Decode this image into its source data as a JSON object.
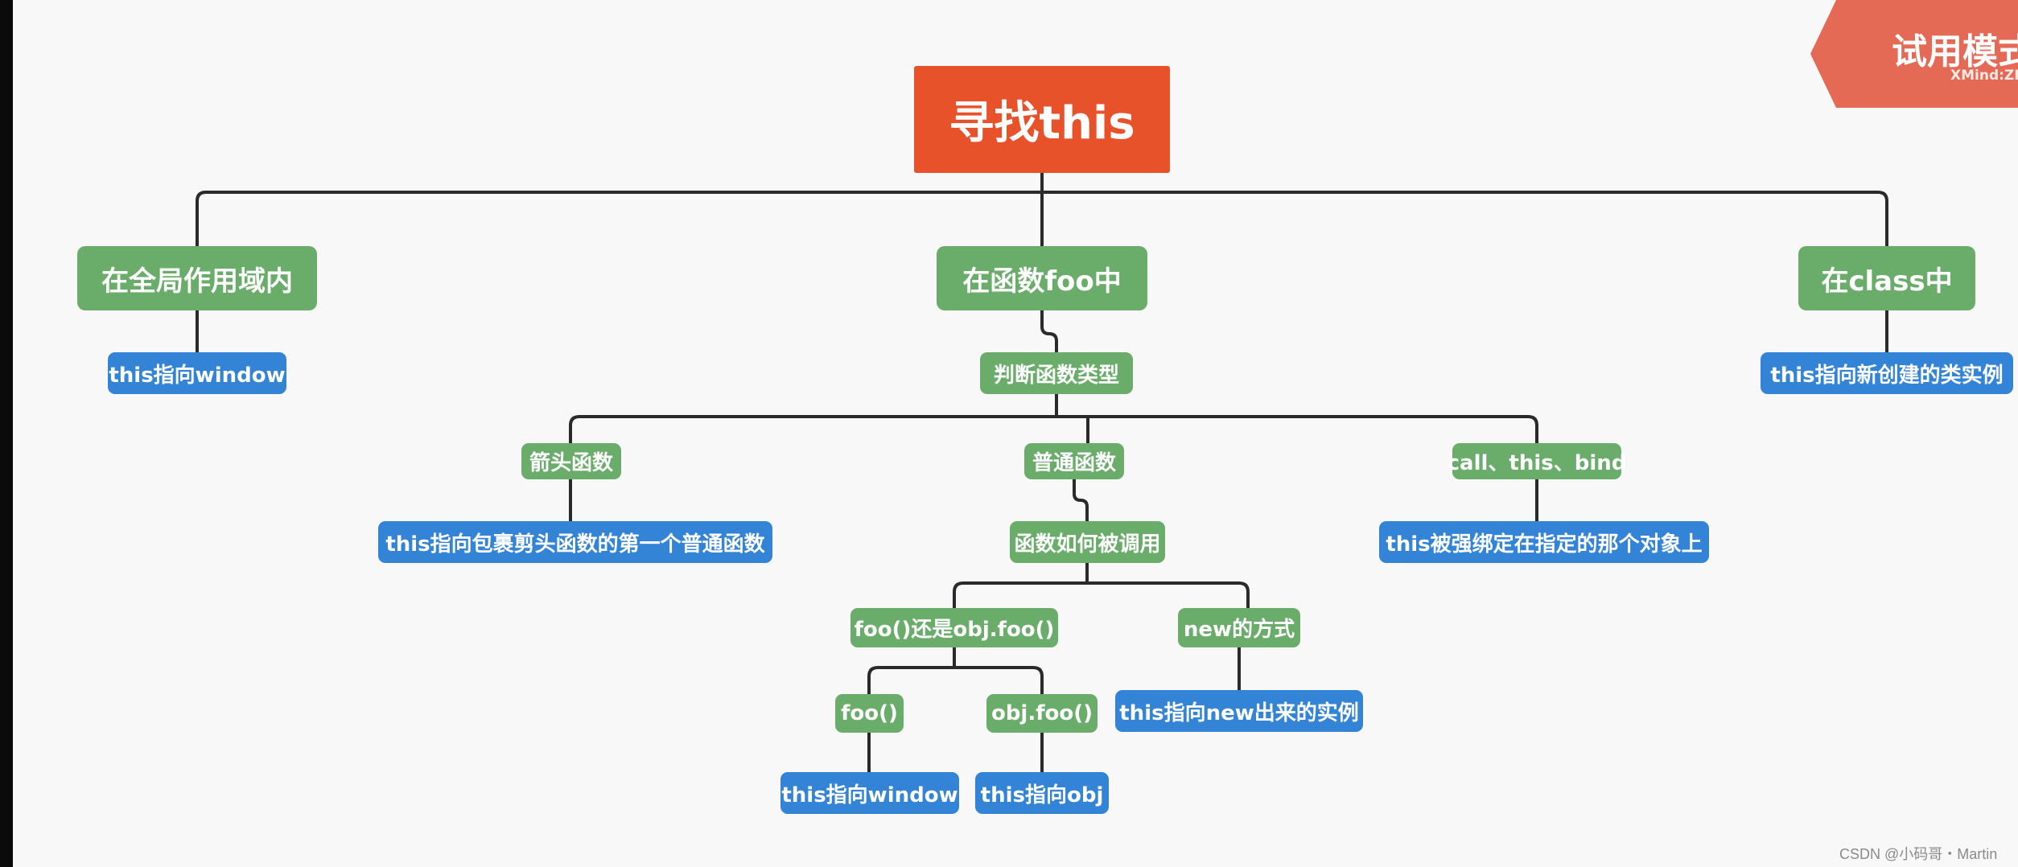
{
  "colors": {
    "root": "#e8522a",
    "topic": "#6aad6b",
    "leaf": "#3384d6",
    "connector": "#2a2a2a",
    "badge": "#e56a56"
  },
  "mindmap": {
    "root": "寻找this",
    "global_scope": {
      "title": "在全局作用域内",
      "result": "this指向window"
    },
    "function_scope": {
      "title": "在函数foo中",
      "judge": "判断函数类型",
      "arrow": {
        "title": "箭头函数",
        "result": "this指向包裹剪头函数的第一个普通函数"
      },
      "normal": {
        "title": "普通函数",
        "how_called": "函数如何被调用",
        "plain_or_method": {
          "title": "foo()还是obj.foo()",
          "plain": {
            "title": "foo()",
            "result": "this指向window"
          },
          "method": {
            "title": "obj.foo()",
            "result": "this指向obj"
          }
        },
        "new_call": {
          "title": "new的方式",
          "result": "this指向new出来的实例"
        }
      },
      "explicit": {
        "title": "call、this、bind",
        "result": "this被强绑定在指定的那个对象上"
      }
    },
    "class_scope": {
      "title": "在class中",
      "result": "this指向新创建的类实例"
    }
  },
  "trial_badge": {
    "title": "试用模式",
    "subtitle": "XMind:ZEN"
  },
  "watermark": "CSDN @小码哥・Martin"
}
